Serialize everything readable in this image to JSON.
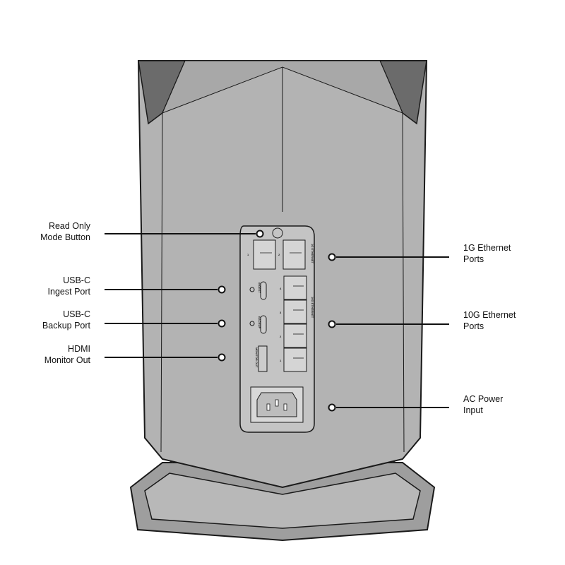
{
  "callouts_left": [
    {
      "line1": "Read Only",
      "line2": "Mode Button"
    },
    {
      "line1": "USB-C",
      "line2": "Ingest Port"
    },
    {
      "line1": "USB-C",
      "line2": "Backup Port"
    },
    {
      "line1": "HDMI",
      "line2": "Monitor Out"
    }
  ],
  "callouts_right": [
    {
      "line1": "1G Ethernet",
      "line2": "Ports"
    },
    {
      "line1": "10G Ethernet",
      "line2": "Ports"
    },
    {
      "line1": "AC Power",
      "line2": "Input"
    }
  ],
  "panel_labels": {
    "eth_1g": "1G ETHERNET",
    "eth_10g": "10G ETHERNET",
    "ingest": "INGEST",
    "backup": "BACKUP",
    "monitor": "MONITOR OUT",
    "port_1": "1",
    "port_2": "2",
    "port_3": "3",
    "port_4": "4"
  },
  "colors": {
    "body": "#b3b3b3",
    "outline": "#1a1a1a",
    "panel": "#c4c4c4"
  }
}
